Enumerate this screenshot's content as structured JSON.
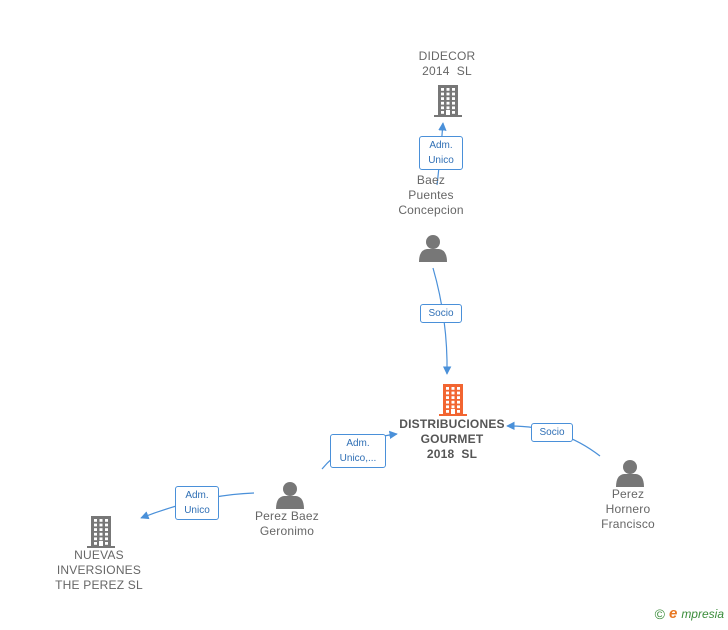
{
  "colors": {
    "company": "#777777",
    "focus_company": "#f26531",
    "person": "#777777",
    "edge": "#4a90d9",
    "label": "#666666"
  },
  "nodes": {
    "didecor": {
      "type": "company",
      "icon": "building-icon",
      "label": [
        "DIDECOR",
        "2014  SL"
      ]
    },
    "baez_puentes": {
      "type": "person",
      "icon": "person-icon",
      "label": [
        "Baez",
        "Puentes",
        "Concepcion"
      ]
    },
    "distribuciones": {
      "type": "company",
      "icon": "building-icon",
      "focus": true,
      "label": [
        "DISTRIBUCIONES",
        "GOURMET",
        "2018  SL"
      ]
    },
    "perez_hornero": {
      "type": "person",
      "icon": "person-icon",
      "label": [
        "Perez",
        "Hornero",
        "Francisco"
      ]
    },
    "perez_baez": {
      "type": "person",
      "icon": "person-icon",
      "label": [
        "Perez Baez",
        "Geronimo"
      ]
    },
    "nuevas": {
      "type": "company",
      "icon": "building-icon",
      "label": [
        "NUEVAS",
        "INVERSIONES",
        "THE PEREZ SL"
      ]
    }
  },
  "edges": [
    {
      "from": "baez_puentes",
      "to": "didecor",
      "label": [
        "Adm.",
        "Unico"
      ]
    },
    {
      "from": "baez_puentes",
      "to": "distribuciones",
      "label": [
        "Socio"
      ]
    },
    {
      "from": "perez_hornero",
      "to": "distribuciones",
      "label": [
        "Socio"
      ]
    },
    {
      "from": "perez_baez",
      "to": "distribuciones",
      "label": [
        "Adm.",
        "Unico,..."
      ]
    },
    {
      "from": "perez_baez",
      "to": "nuevas",
      "label": [
        "Adm.",
        "Unico"
      ]
    }
  ],
  "brand": {
    "copyright": "©",
    "name_initial": "e",
    "name_rest": "mpresia"
  }
}
